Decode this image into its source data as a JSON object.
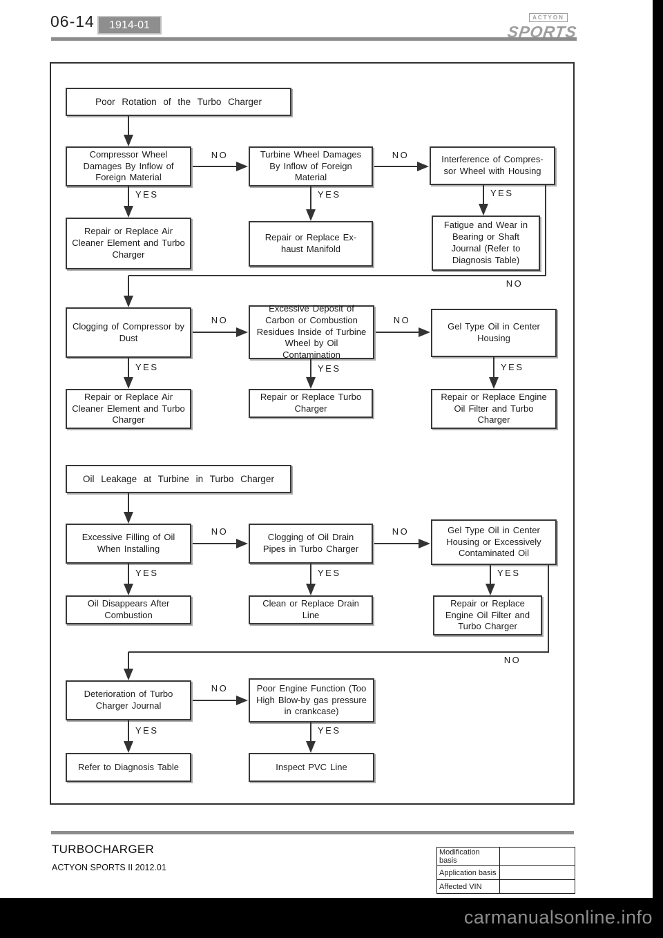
{
  "header": {
    "page_number": "06-14",
    "section_code": "1914-01",
    "brand_top": "ACTYON",
    "brand_bottom": "SPORTS"
  },
  "labels": {
    "yes": "YES",
    "no": "NO"
  },
  "flowchart": {
    "section1": {
      "start": "Poor Rotation of the Turbo Charger",
      "row1": {
        "c1": "Compressor Wheel Damages By Inflow of Foreign Material",
        "c2": "Turbine Wheel Damages By Inflow of Foreign Material",
        "c3": "Interference of Compres-sor Wheel with Housing"
      },
      "row2": {
        "r1": "Repair or Replace Air Cleaner Element and Turbo Charger",
        "r2": "Repair or Replace Ex-haust Manifold",
        "r3": "Fatigue and Wear in Bearing or Shaft Journal (Refer to Diagnosis Table)"
      },
      "row3": {
        "c1": "Clogging of Compressor by Dust",
        "c2": "Excessive Deposit of Carbon or Combustion Residues Inside of Turbine Wheel by Oil Contamination",
        "c3": "Gel Type Oil in Center Housing"
      },
      "row4": {
        "r1": "Repair or Replace Air Cleaner Element and Turbo Charger",
        "r2": "Repair or Replace Turbo Charger",
        "r3": "Repair or Replace Engine Oil Filter and Turbo Charger"
      }
    },
    "section2": {
      "start": "Oil Leakage at Turbine in Turbo Charger",
      "row1": {
        "c1": "Excessive Filling of Oil When Installing",
        "c2": "Clogging of Oil Drain Pipes in Turbo Charger",
        "c3": "Gel Type Oil in Center Housing or Excessively Contaminated Oil"
      },
      "row2": {
        "r1": "Oil Disappears After Combustion",
        "r2": "Clean or Replace Drain Line",
        "r3": "Repair or Replace Engine Oil Filter and Turbo Charger"
      }
    },
    "section3": {
      "row1": {
        "c1": "Deterioration of Turbo Charger Journal",
        "c2": "Poor Engine Function (Too High Blow-by gas pressure in crankcase)"
      },
      "row2": {
        "r1": "Refer to Diagnosis Table",
        "r2": "Inspect PVC Line"
      }
    }
  },
  "footer": {
    "title": "TURBOCHARGER",
    "model": "ACTYON SPORTS II 2012.01",
    "table": {
      "rows": [
        {
          "label": "Modification basis",
          "value": ""
        },
        {
          "label": "Application basis",
          "value": ""
        },
        {
          "label": "Affected VIN",
          "value": ""
        }
      ]
    }
  },
  "watermark": "carmanualsonline.info",
  "colors": {
    "accent_gray": "#8c8c8c",
    "line_color": "#333333",
    "bar_black": "#000000"
  }
}
